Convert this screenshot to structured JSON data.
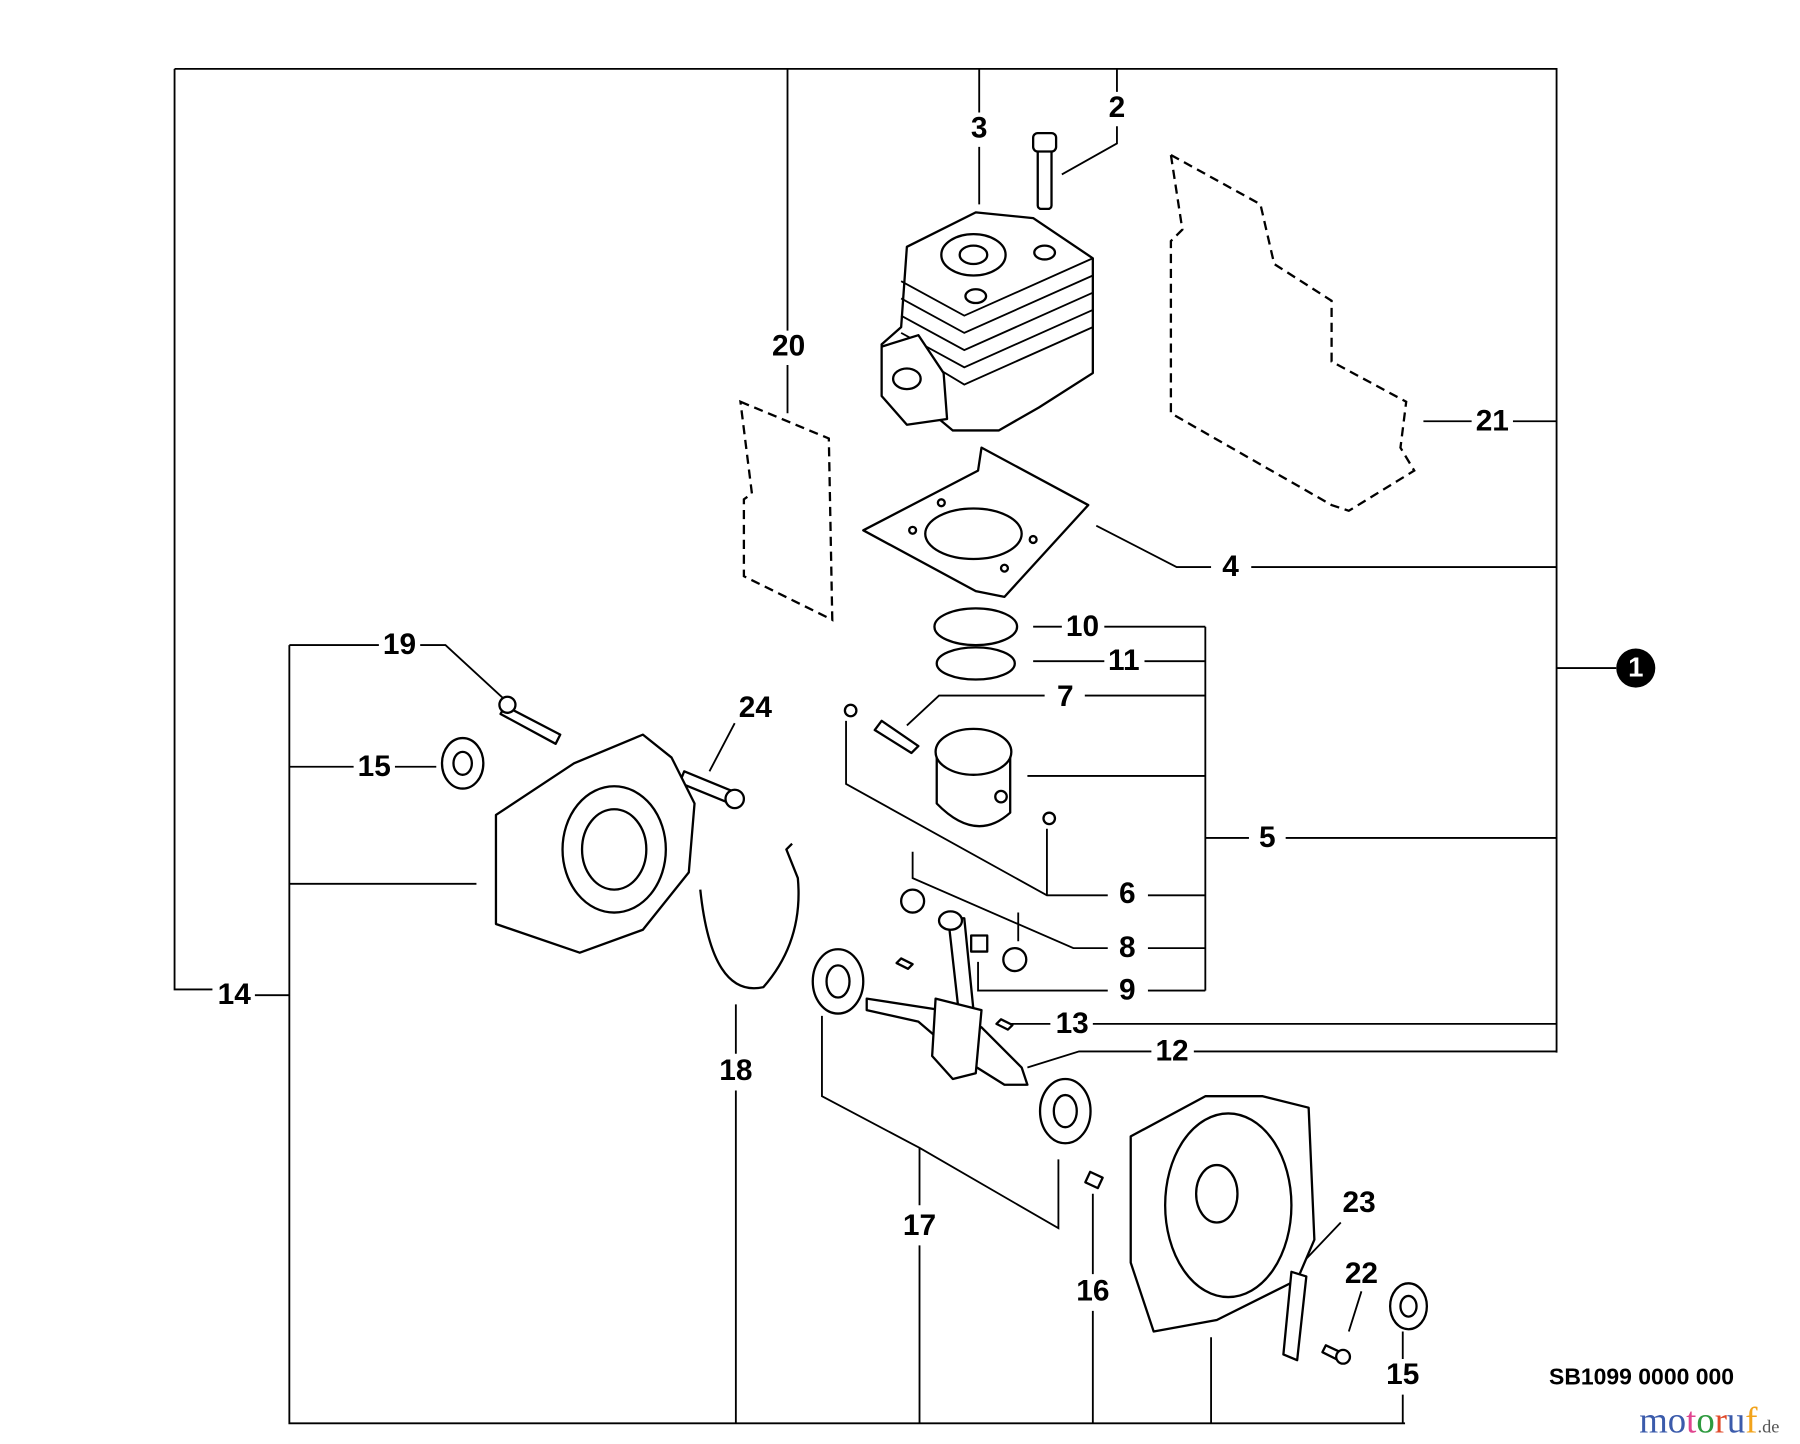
{
  "diagram": {
    "callouts": {
      "c1": "1",
      "c2": "2",
      "c3": "3",
      "c4": "4",
      "c5": "5",
      "c6": "6",
      "c7": "7",
      "c8": "8",
      "c9": "9",
      "c10": "10",
      "c11": "11",
      "c12": "12",
      "c13": "13",
      "c14": "14",
      "c15a": "15",
      "c15b": "15",
      "c16": "16",
      "c17": "17",
      "c18": "18",
      "c19": "19",
      "c20": "20",
      "c21": "21",
      "c22": "22",
      "c23": "23",
      "c24": "24"
    },
    "drawing_code": "SB1099 0000 000",
    "watermark": {
      "letters": [
        "m",
        "o",
        "t",
        "o",
        "r",
        "u",
        "f"
      ],
      "suffix": ".de",
      "colors": [
        "#3b5bab",
        "#3b5bab",
        "#e0458f",
        "#2e9a3e",
        "#e04a2a",
        "#3b5bab",
        "#f2a31b"
      ]
    }
  }
}
